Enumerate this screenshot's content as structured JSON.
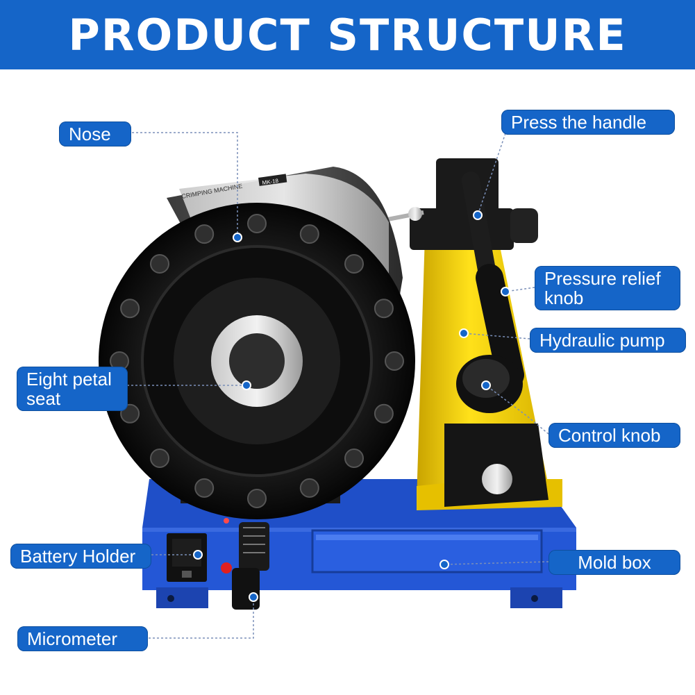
{
  "header": {
    "title": "PRODUCT STRUCTURE"
  },
  "colors": {
    "brand_blue": "#1565c8",
    "machine_blue": "#1f4fc8",
    "pump_yellow": "#f2d21a",
    "steel_black": "#141414"
  },
  "machine": {
    "nameplate_title": "CRIMPING MACHINE",
    "model": "MK-18"
  },
  "labels": {
    "nose": "Nose",
    "press_handle": "Press the handle",
    "pressure_relief_knob": "Pressure relief knob",
    "hydraulic_pump": "Hydraulic pump",
    "eight_petal_seat": "Eight petal seat",
    "control_knob": "Control knob",
    "battery_holder": "Battery Holder",
    "mold_box": "Mold box",
    "micrometer": "Micrometer"
  },
  "icons": [
    "leader-dot",
    "bolt-icon",
    "red-indicator-light"
  ]
}
